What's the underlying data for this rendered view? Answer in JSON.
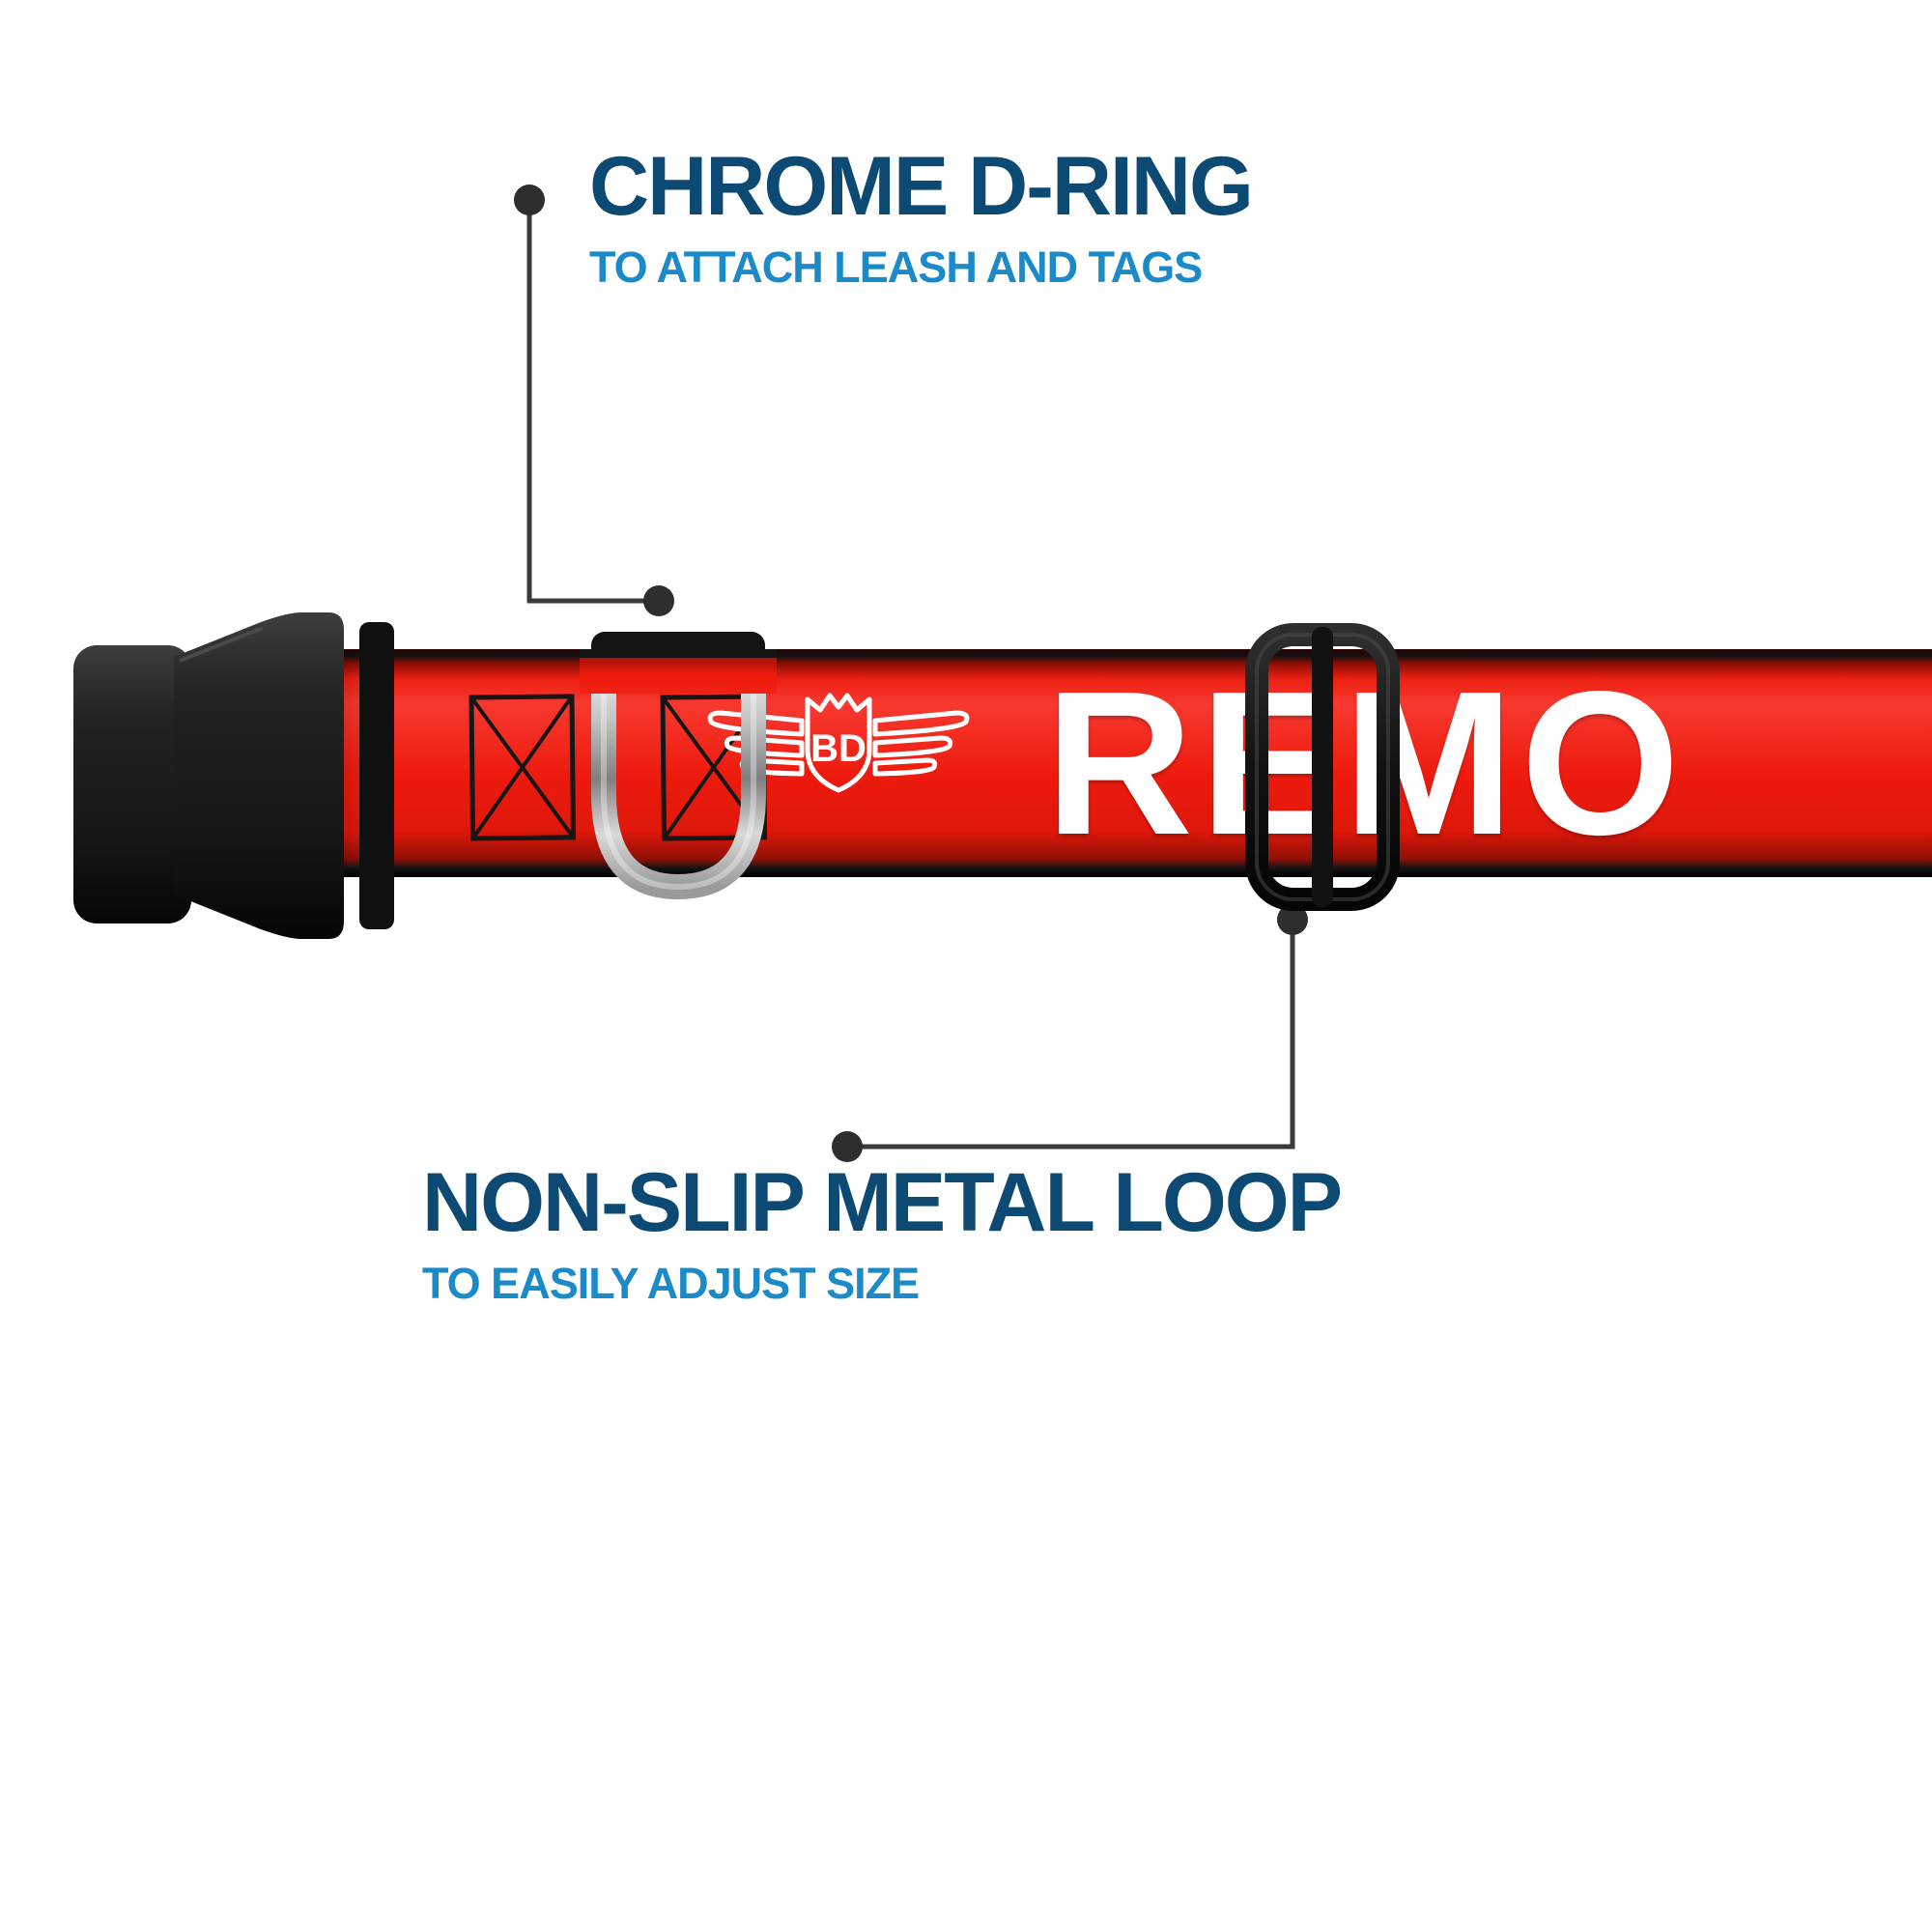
{
  "meta": {
    "background": "#ffffff"
  },
  "colors": {
    "title_navy": "#0d4a73",
    "subtitle_blue": "#1b8ac9",
    "webbing_red": "#ee1b0e",
    "hardware_black": "#141414",
    "chrome_silver": "#c9c9c9",
    "callout_line": "#3a3a3a"
  },
  "callouts": {
    "d_ring": {
      "title": "CHROME D-RING",
      "subtitle": "TO ATTACH LEASH AND TAGS"
    },
    "metal_loop": {
      "title": "NON-SLIP METAL LOOP",
      "subtitle": "TO EASILY ADJUST SIZE"
    }
  },
  "collar": {
    "webbing_text": "REMO",
    "logo_monogram": "BD",
    "icons": {
      "buckle": "side-release-buckle-icon",
      "d_ring": "chrome-d-ring-icon",
      "slider": "metal-slide-loop-icon",
      "stitching": "box-x-stitch-icon",
      "logo": "winged-shield-logo-icon"
    }
  }
}
